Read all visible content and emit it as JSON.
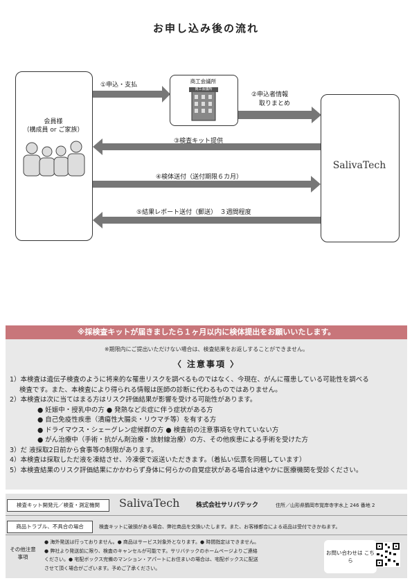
{
  "title": "お申し込み後の流れ",
  "flow": {
    "member_box": {
      "line1": "会員様",
      "line2": "（構成員 or ご家族）"
    },
    "chamber_box": {
      "line1": "商工会議所",
      "sign": "商工会議所"
    },
    "saliva_box": {
      "label": "SalivaTech"
    },
    "arrows": [
      {
        "label": "①申込・支払"
      },
      {
        "label": "②申込者情報",
        "label2": "取りまとめ"
      },
      {
        "label": "③検査キット提供"
      },
      {
        "label": "④検体送付（送付期限６カ月）"
      },
      {
        "label": "⑤結果レポート送付（郵送）　３週間程度"
      }
    ]
  },
  "banner": "※採検査キットが届きましたら１ヶ月以内に検体提出をお願いいたします。",
  "subnote": "※期限内にご提出いただけない場合は、検査結果をお返しすることができません。",
  "notes_title": "〈 注意事項 〉",
  "notes": [
    {
      "text": "1）本検査は遺伝子検査のように将来的な罹患リスクを調べるものではなく、今現在、がんに罹患している可能性を調べる",
      "sub": false
    },
    {
      "text": "検査です。また、本検査により得られる情報は医師の診断に代わるものではありません。",
      "sub": false,
      "indent": true
    },
    {
      "text": "2）本検査は次に当てはまる方はリスク評価結果が影響を受ける可能性があります。",
      "sub": false
    },
    {
      "text": "● 妊娠中・授乳中の方 ● 発熱など炎症に伴う症状がある方",
      "sub": true
    },
    {
      "text": "● 自己免疫性疾患（潰瘍性大腸炎・リウマチ等）を有する方",
      "sub": true
    },
    {
      "text": "● ドライマウス・シェーグレン症候群の方 ● 検査前の注意事項を守れていない方",
      "sub": true
    },
    {
      "text": "● がん治療中（手術・抗がん剤治療・放射線治療）の方、その他疾患による手術を受けた方",
      "sub": true
    },
    {
      "text": "3）だ 液採取2日前から食事等の制限があります。",
      "sub": false
    },
    {
      "text": "4）本検査は採取しただ液を凍結させ、冷凍便で返送いただきます。（着払い伝票を同梱しています）",
      "sub": false
    },
    {
      "text": "5）本検査結果のリスク評価結果にかかわらず身体に何らかの自覚症状がある場合は速やかに医療機関を受診ください。",
      "sub": false
    }
  ],
  "footer": {
    "row1_label": "検査キット開発元／検査・測定機関",
    "logo": "SalivaTech",
    "company": "株式会社サリバテック",
    "address": "住所／山形県鶴岡市覚岸寺字水上 246 番地 2",
    "row2_label": "商品トラブル、不具合の場合",
    "row2_text": "検査キットに破損がある場合、弊社商品を交換いたします。また、お客様都合による返品は受付できかねます。",
    "other_label": "その他注意事項",
    "other_lines": [
      "● 海外発送は行っておりません。● 商品はサービス対象外となります。● 時間指定はできません。",
      "● 弊社より発送前に限り、検査のキャンセルが可能です。サリバテックのホームページよりご連絡",
      "ください。● 宅配ボックス完備のマンション・アパートにお住まいの場合は、宅配ボックスに配送",
      "させて頂く場合がございます。予めご了承ください。"
    ],
    "contact": "お問い合わせは こちら"
  }
}
